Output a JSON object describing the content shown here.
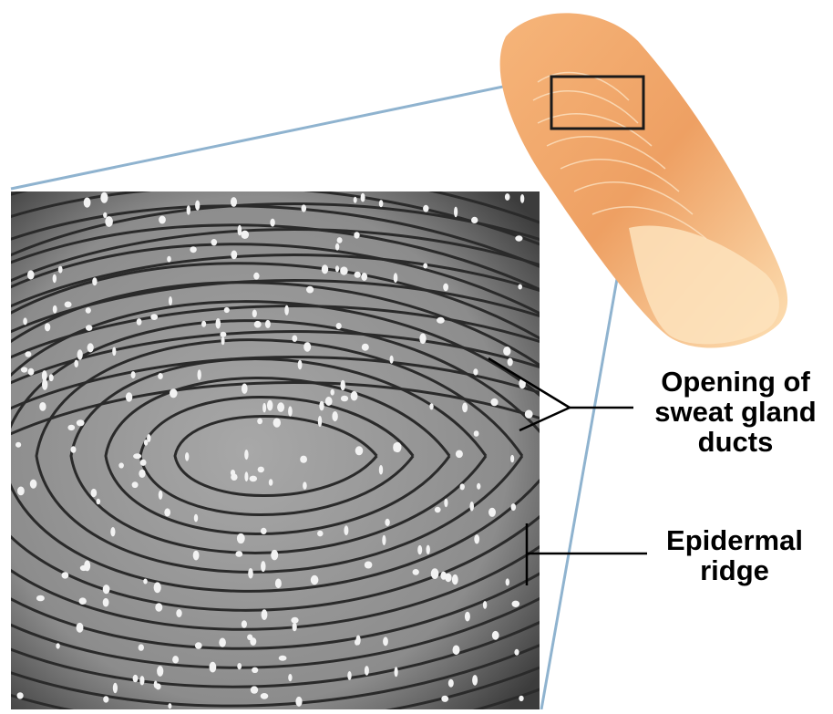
{
  "labels": {
    "sweat_gland": [
      "Opening of",
      "sweat gland",
      "ducts"
    ],
    "epidermal_ridge": [
      "Epidermal",
      "ridge"
    ]
  },
  "colors": {
    "zoom_line": "#8fb3cf",
    "finger_light": "#fbd29c",
    "finger_dark": "#e8934f",
    "micrograph_bg": "#9a9a9a",
    "ridge_line": "#2a2a2a"
  }
}
